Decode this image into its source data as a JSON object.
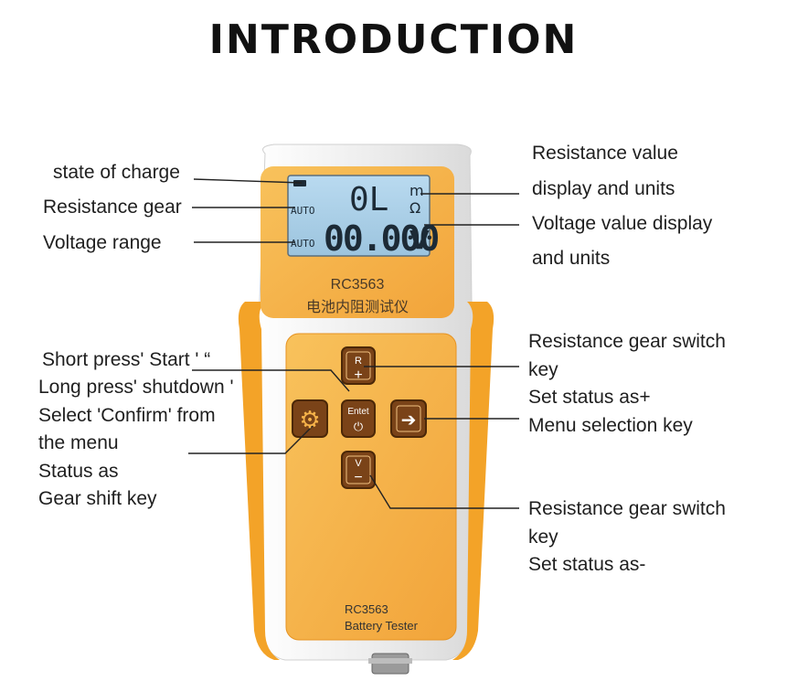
{
  "title": "INTRODUCTION",
  "left_labels": {
    "state_of_charge": "state of charge",
    "resistance_gear": "Resistance gear",
    "voltage_range": "Voltage range",
    "start_lines": [
      "Short press' Start '  “",
      "Long press' shutdown '",
      "Select 'Confirm' from",
      "the menu",
      "Status as",
      "Gear shift key"
    ]
  },
  "right_labels": {
    "resistance_display": [
      "Resistance value",
      "display and units"
    ],
    "voltage_display": [
      "Voltage value display",
      "and units"
    ],
    "plus_key": [
      "Resistance gear switch",
      "key",
      "Set status as+"
    ],
    "menu_key": "Menu selection key",
    "minus_key": [
      "Resistance gear switch",
      "key",
      "Set status as-"
    ]
  },
  "device": {
    "lcd_auto_1": "AUTO",
    "lcd_auto_2": "AUTO",
    "lcd_resistance_value": "0L",
    "lcd_resistance_unit_m": "m",
    "lcd_resistance_unit_ohm": "Ω",
    "lcd_voltage_value": "00.000",
    "lcd_voltage_unit": "V",
    "model": "RC3563",
    "chinese_name": "电池内阻测试仪",
    "key_r_label": "R",
    "key_r_symbol": "+",
    "key_v_label": "V",
    "key_v_symbol": "−",
    "key_enter_label": "Entet",
    "key_enter_symbol": "⏻",
    "key_menu_symbol": "➔",
    "key_gear_symbol": "⚙",
    "bottom_model": "RC3563",
    "bottom_name": "Battery Tester"
  },
  "colors": {
    "shell": "#f2a02a",
    "face": "#f7b74e",
    "lcd": "#a9cfe6",
    "key": "#7a4318",
    "side": "#f3f3f3"
  }
}
